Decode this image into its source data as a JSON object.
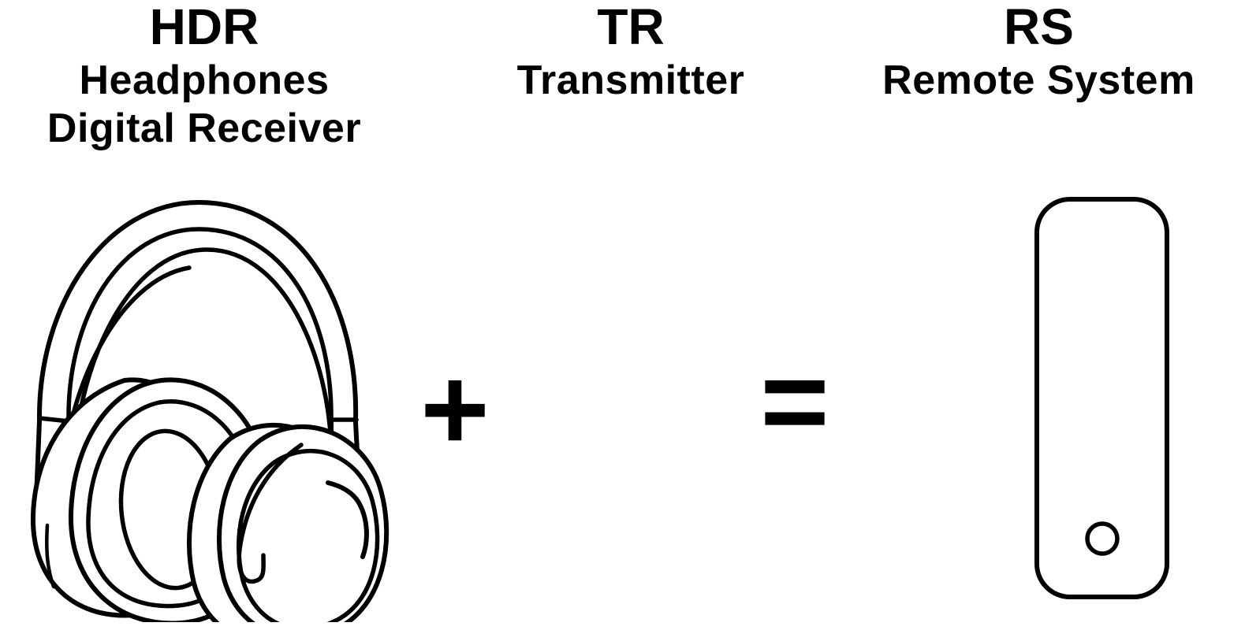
{
  "page": {
    "background_color": "#ffffff",
    "line_color": "#000000"
  },
  "items": [
    {
      "code": "HDR",
      "desc_line1": "Headphones",
      "desc_line2": "Digital Receiver",
      "icon": "over-ear-headphones-icon"
    },
    {
      "code": "TR",
      "desc_line1": "Transmitter",
      "desc_line2": "",
      "icon": "transmitter-dongle-icon"
    },
    {
      "code": "RS",
      "desc_line1": "Remote System",
      "desc_line2": "",
      "icon": "headphones-on-charging-dock-icon"
    }
  ],
  "operators": {
    "plus": "+",
    "equals": "=",
    "plus_icon": "plus-sign-icon",
    "equals_icon": "equals-sign-icon"
  },
  "equation": "HDR + TR = RS"
}
